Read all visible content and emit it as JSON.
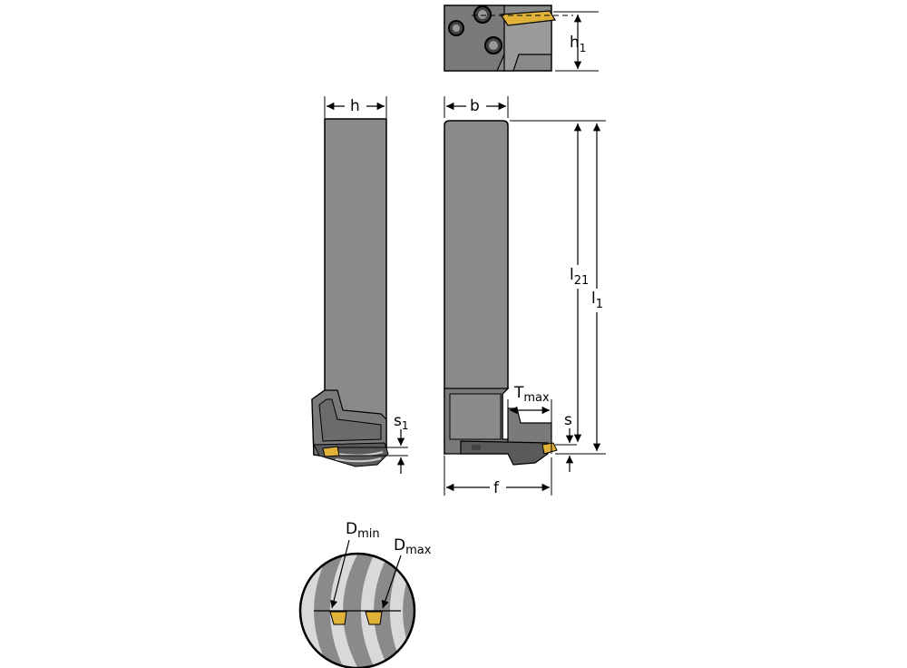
{
  "colors": {
    "body_gray": "#888888",
    "body_dark": "#6b6b6b",
    "outline": "#000000",
    "insert_yellow": "#e0b23a",
    "dashed_center": "#000000",
    "background": "#ffffff"
  },
  "dimensions": {
    "h": "h",
    "h1_main": "h",
    "h1_sub": "1",
    "b": "b",
    "l21_main": "l",
    "l21_sub": "21",
    "l1_main": "l",
    "l1_sub": "1",
    "tmax_main": "T",
    "tmax_sub": "max",
    "s": "s",
    "s1_main": "s",
    "s1_sub": "1",
    "f": "f",
    "dmin_main": "D",
    "dmin_sub": "min",
    "dmax_main": "D",
    "dmax_sub": "max"
  }
}
